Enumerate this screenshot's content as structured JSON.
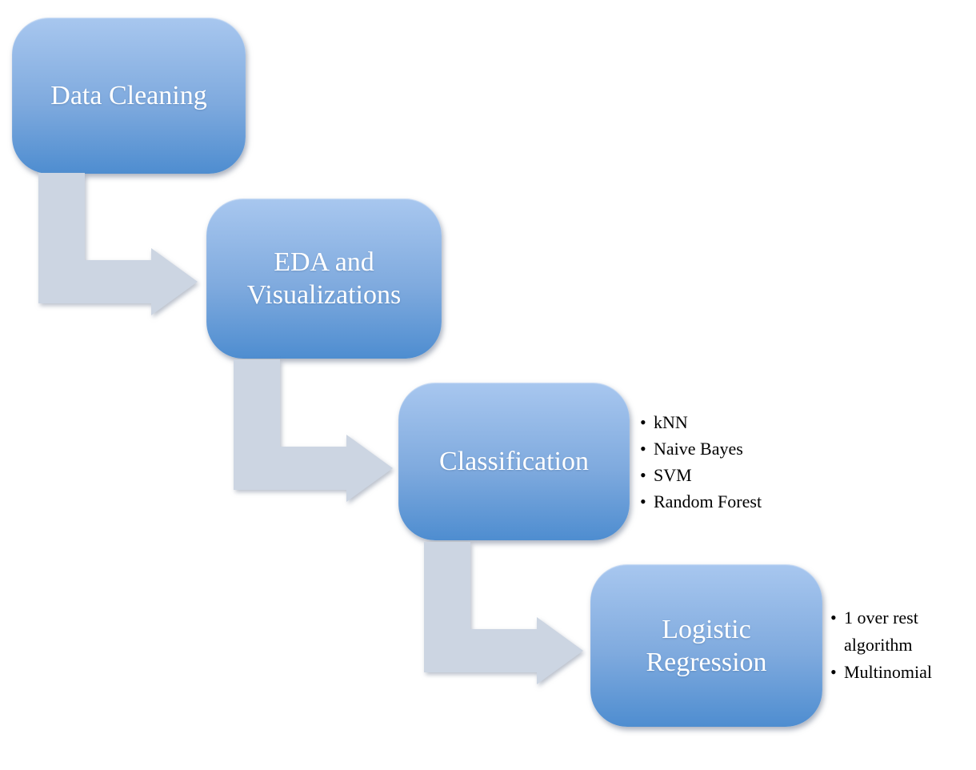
{
  "theme": {
    "background": "#ffffff",
    "box_gradient_top": "#a8c7ef",
    "box_gradient_bottom": "#4e8dd0",
    "box_text_color": "#ffffff",
    "arrow_color": "#ccd5e2",
    "bullet_text_color": "#000000"
  },
  "diagram": {
    "type": "staircase-process-flow",
    "steps": [
      {
        "label": "Data Cleaning",
        "bullets": []
      },
      {
        "label": "EDA and Visualizations",
        "bullets": []
      },
      {
        "label": "Classification",
        "bullets": [
          "kNN",
          "Naive Bayes",
          "SVM",
          "Random Forest"
        ]
      },
      {
        "label": "Logistic Regression",
        "bullets": [
          "1 over rest algorithm",
          "Multinomial"
        ]
      }
    ]
  }
}
